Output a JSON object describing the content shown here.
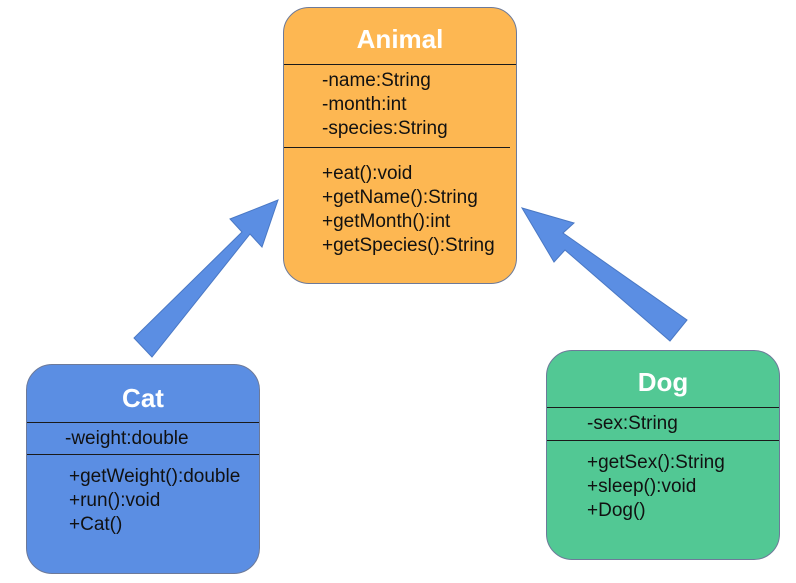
{
  "diagram": {
    "arrow_color": "#5b8ee3",
    "classes": {
      "animal": {
        "name": "Animal",
        "color": "#fdb752",
        "attributes": [
          "-name:String",
          "-month:int",
          "-species:String"
        ],
        "methods": [
          "+eat():void",
          "+getName():String",
          "+getMonth():int",
          "+getSpecies():String"
        ]
      },
      "cat": {
        "name": "Cat",
        "color": "#5b8ee3",
        "attributes": [
          "-weight:double"
        ],
        "methods": [
          "+getWeight():double",
          "+run():void",
          "+Cat()"
        ]
      },
      "dog": {
        "name": "Dog",
        "color": "#52c894",
        "attributes": [
          "-sex:String"
        ],
        "methods": [
          "+getSex():String",
          "+sleep():void",
          "+Dog()"
        ]
      }
    },
    "relations": [
      {
        "from": "Cat",
        "to": "Animal",
        "type": "inheritance"
      },
      {
        "from": "Dog",
        "to": "Animal",
        "type": "inheritance"
      }
    ]
  }
}
